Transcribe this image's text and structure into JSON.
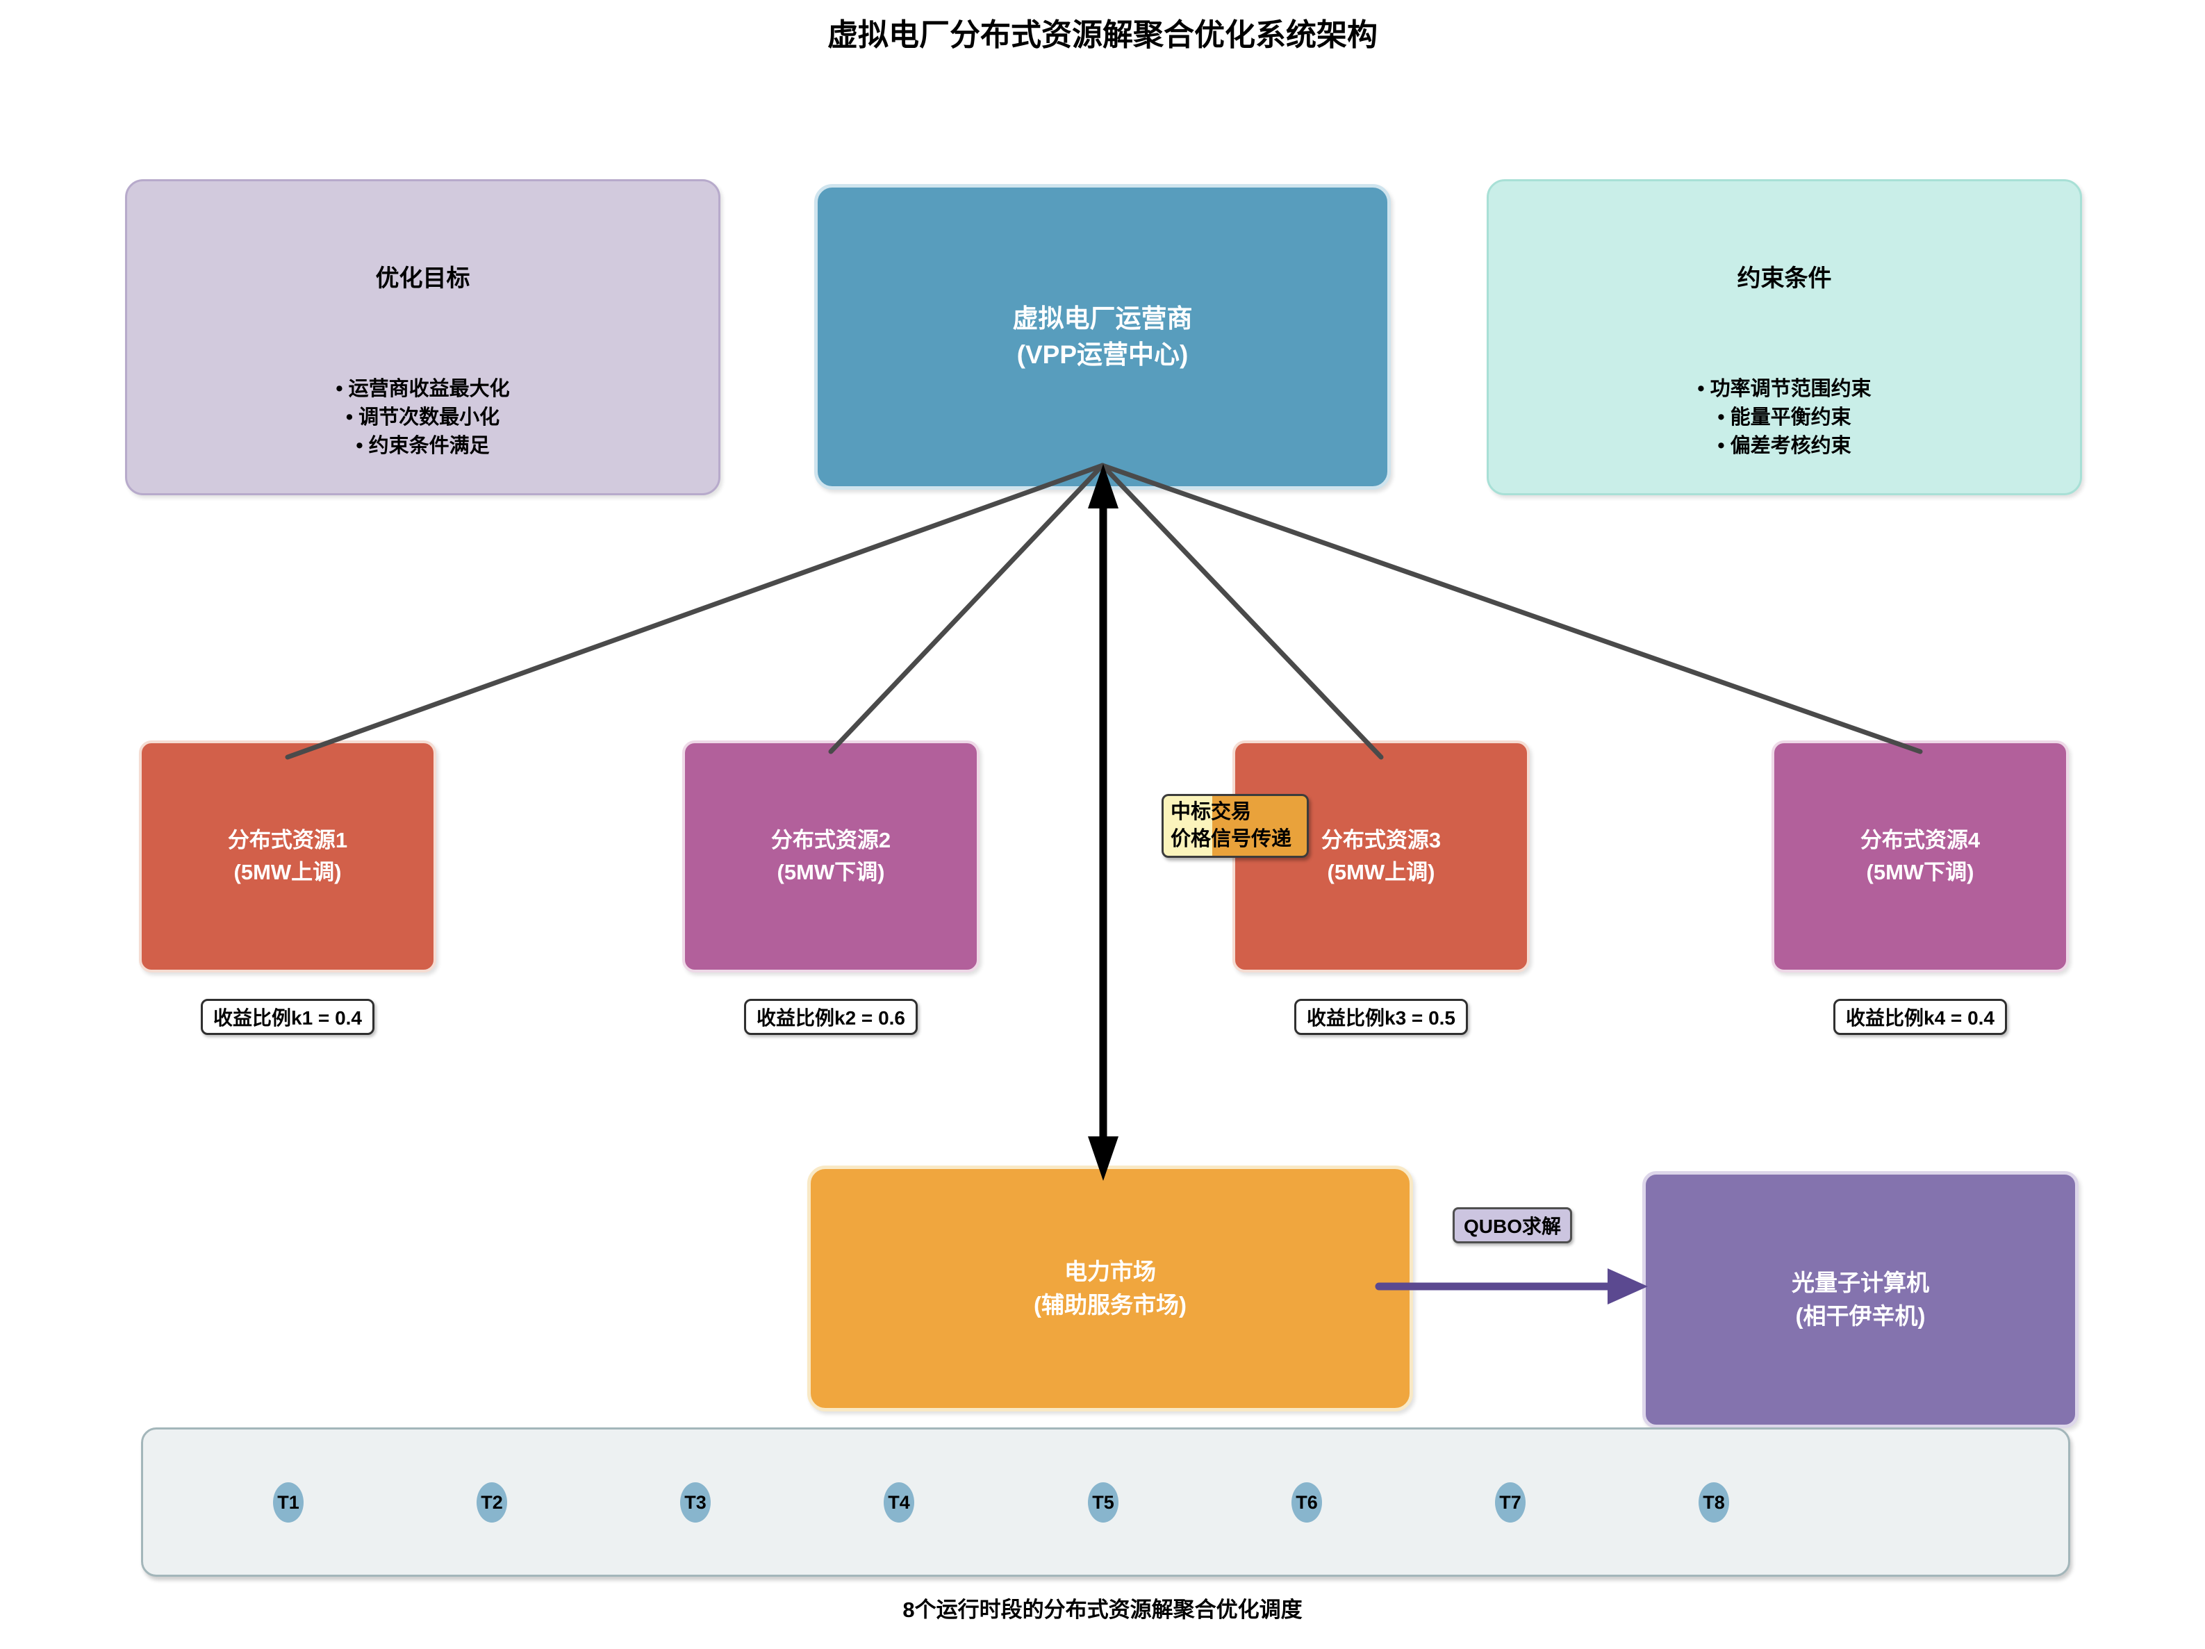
{
  "page_title": "虚拟电厂分布式资源解聚合优化系统架构",
  "objectives_box": {
    "title": "优化目标",
    "bullets": [
      "运营商收益最大化",
      "调节次数最小化",
      "约束条件满足"
    ]
  },
  "vpp_box": {
    "line1": "虚拟电厂运营商",
    "line2": "(VPP运营中心)"
  },
  "constraints_box": {
    "title": "约束条件",
    "bullets": [
      "功率调节范围约束",
      "能量平衡约束",
      "偏差考核约束"
    ]
  },
  "resources": [
    {
      "name": "分布式资源1",
      "detail": "(5MW上调)",
      "ratio_label": "收益比例k1 = 0.4",
      "direction": "up"
    },
    {
      "name": "分布式资源2",
      "detail": "(5MW下调)",
      "ratio_label": "收益比例k2 = 0.6",
      "direction": "down"
    },
    {
      "name": "分布式资源3",
      "detail": "(5MW上调)",
      "ratio_label": "收益比例k3 = 0.5",
      "direction": "up"
    },
    {
      "name": "分布式资源4",
      "detail": "(5MW下调)",
      "ratio_label": "收益比例k4 = 0.4",
      "direction": "down"
    }
  ],
  "annotation_label": {
    "line1": "中标交易",
    "line2": "价格信号传递"
  },
  "market_box": {
    "line1": "电力市场",
    "line2": "(辅助服务市场)"
  },
  "qubo_label": "QUBO求解",
  "quantum_box": {
    "line1": "光量子计算机",
    "line2": "(相干伊辛机)"
  },
  "timeline": {
    "periods": [
      "T1",
      "T2",
      "T3",
      "T4",
      "T5",
      "T6",
      "T7",
      "T8"
    ],
    "caption": "8个运行时段的分布式资源解聚合优化调度"
  },
  "colors": {
    "vpp_blue": "#589dbd",
    "objectives_purple": "#d2cadd",
    "constraints_cyan": "#c9eee8",
    "resource_up_red": "#d2604a",
    "resource_down_magenta": "#b2609b",
    "market_orange": "#f0a63e",
    "quantum_purple": "#8473ae",
    "annotation_yellow": "#fbf4bc",
    "annotation_orange": "#e9a23b",
    "qubo_lavender": "#ccc5e0",
    "timeline_gray": "#edf1f2",
    "period_ellipse_blue": "#88b5cd",
    "connector_gray": "#4a4a4a",
    "arrow_black": "#000000",
    "arrow_purple": "#5b4990"
  }
}
